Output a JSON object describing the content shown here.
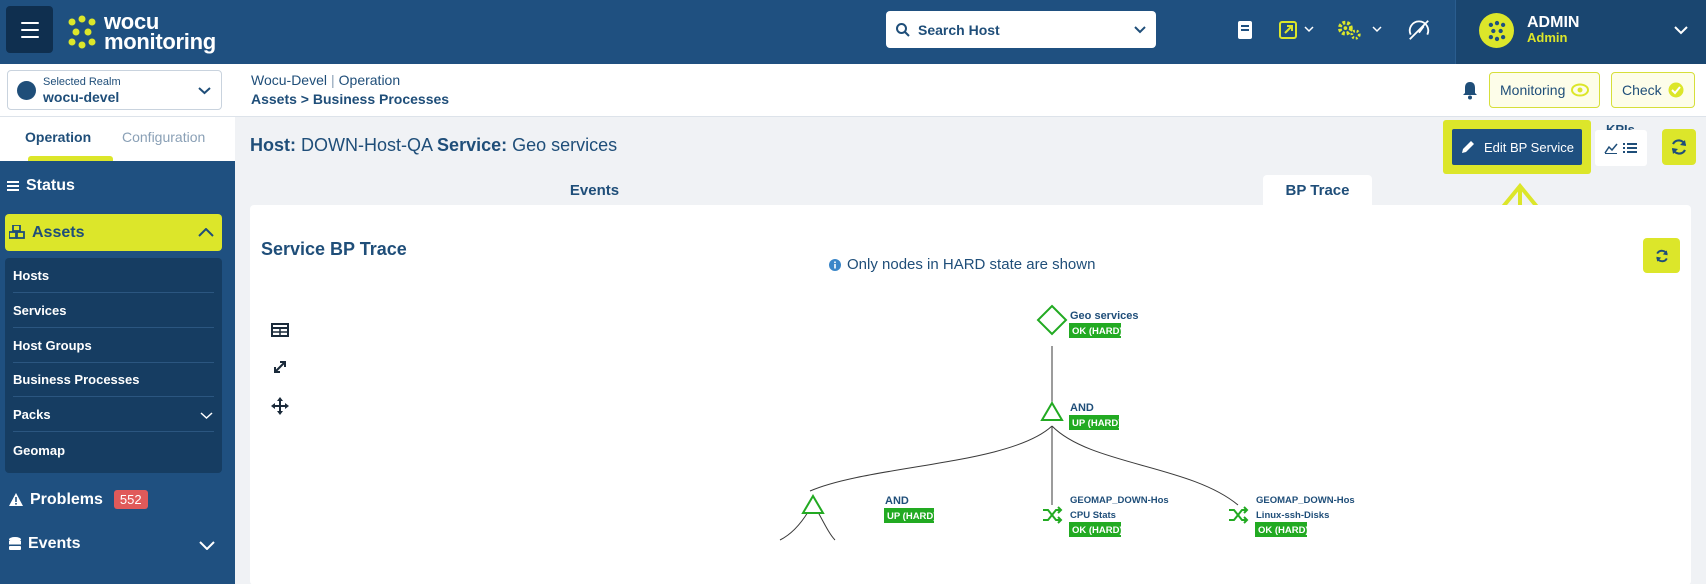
{
  "header": {
    "logo_line1": "wocu",
    "logo_line2": "monitoring",
    "search_placeholder": "Search Host",
    "user_name": "ADMIN",
    "user_role": "Admin"
  },
  "subbar": {
    "realm_label": "Selected Realm",
    "realm_value": "wocu-devel",
    "crumb_top_a": "Wocu-Devel",
    "crumb_top_sep": "|",
    "crumb_top_b": "Operation",
    "crumb_bottom": "Assets > Business Processes",
    "monitoring_label": "Monitoring",
    "check_label": "Check"
  },
  "sidebar": {
    "tab_operation": "Operation",
    "tab_configuration": "Configuration",
    "status": "Status",
    "assets": "Assets",
    "assets_items": [
      "Hosts",
      "Services",
      "Host Groups",
      "Business Processes",
      "Packs",
      "Geomap"
    ],
    "problems": "Problems",
    "problems_count": "552",
    "events": "Events"
  },
  "main": {
    "host_label": "Host:",
    "host_value": "DOWN-Host-QA",
    "service_label": "Service:",
    "service_value": "Geo services",
    "edit_bp_label": "Edit BP Service",
    "kpis_label": "KPIs",
    "tab_events": "Events",
    "tab_bptrace": "BP Trace",
    "panel_title": "Service BP Trace",
    "panel_note": "Only nodes in HARD state are shown"
  },
  "graph": {
    "nodes": [
      {
        "name": "Geo services",
        "state": "OK (HARD)"
      },
      {
        "name": "AND",
        "state": "UP (HARD)"
      },
      {
        "name": "AND",
        "state": "UP (HARD)"
      },
      {
        "name": "GEOMAP_DOWN-Hos",
        "name2": "CPU Stats",
        "state": "OK (HARD)"
      },
      {
        "name": "GEOMAP_DOWN-Hos",
        "name2": "Linux-ssh-Disks",
        "state": "OK (HARD)"
      }
    ]
  },
  "colors": {
    "navy": "#1f5080",
    "accent": "#dce62a",
    "ok_green": "#22aa22",
    "badge_red": "#e05a5a"
  }
}
